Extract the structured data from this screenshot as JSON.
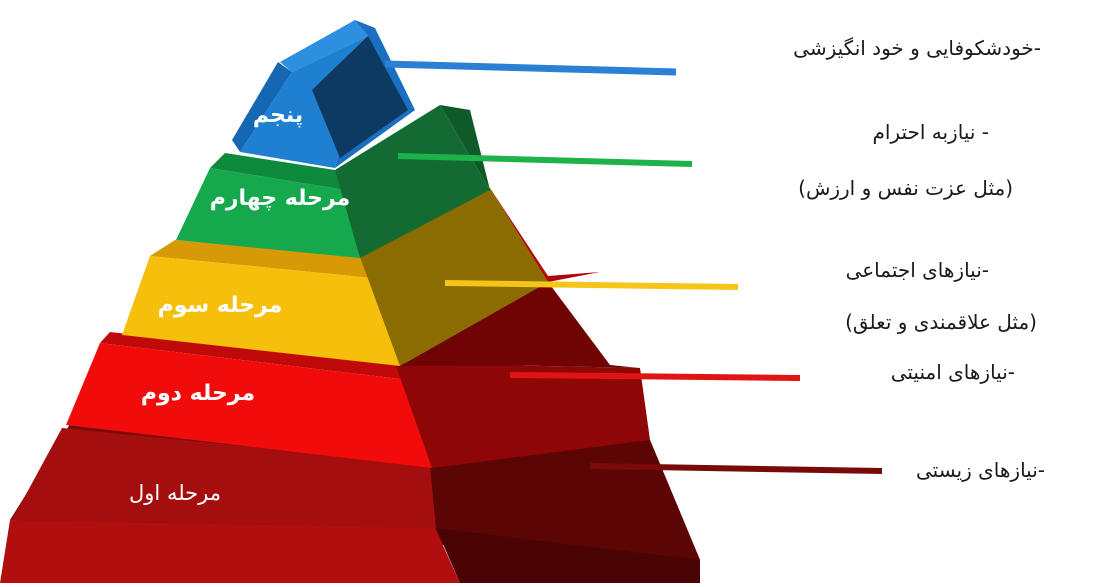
{
  "levels": [
    {
      "label": "پنجم",
      "description": "-خودشکوفایی و خود انگیزشی"
    },
    {
      "label": "مرحله چهارم",
      "description": "- نیازبه احترام",
      "note": "(مثل عزت نفس و ارزش)"
    },
    {
      "label": "مرحله سوم",
      "description": "-نیازهای اجتماعی",
      "note": "(مثل علاقمندی و تعلق)"
    },
    {
      "label": "مرحله دوم",
      "description": "-نیازهای امنیتی"
    },
    {
      "label": "مرحله اول",
      "description": "-نیازهای زیستی"
    }
  ],
  "colors": {
    "level5": "#1f7fd0",
    "level4": "#14a24a",
    "level3": "#f5bf0c",
    "level2": "#f20b0b",
    "level1": "#a30d0d"
  }
}
